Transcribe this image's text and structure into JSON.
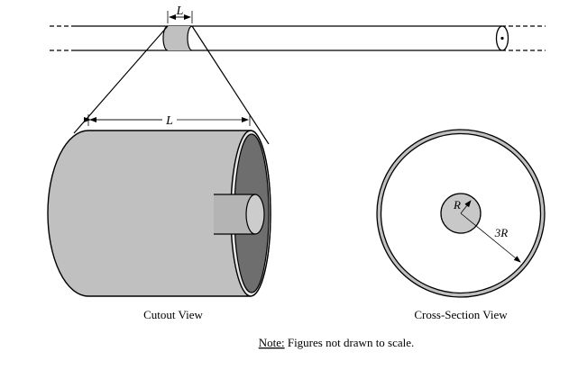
{
  "figure": {
    "top_length_label": "L",
    "cutout_length_label": "L",
    "inner_radius_label": "R",
    "outer_radius_label": "3R",
    "cutout_caption": "Cutout View",
    "cross_section_caption": "Cross-Section View",
    "note_prefix": "Note:",
    "note_text": " Figures not drawn to scale."
  },
  "colors": {
    "outer_shell": "#c0c0c0",
    "inner_face": "#6e6e6e",
    "rod": "#b4b4b4",
    "rod_end": "#cccccc",
    "ink": "#000000"
  }
}
